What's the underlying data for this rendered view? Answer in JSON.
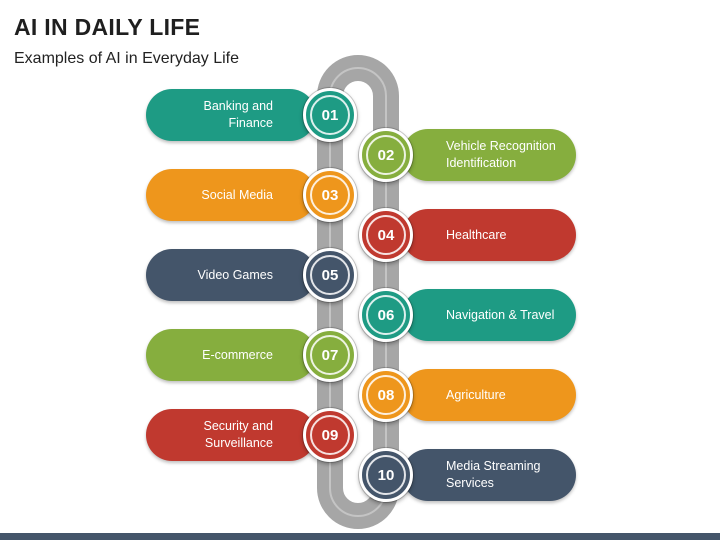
{
  "header": {
    "title": "AI IN DAILY LIFE",
    "subtitle": "Examples of AI in Everyday Life"
  },
  "colors": {
    "teal": "#1e9b84",
    "green": "#86ae3e",
    "orange": "#ee961c",
    "red": "#c0392f",
    "slate": "#44556a",
    "track": "#a6a6a6"
  },
  "items": [
    {
      "number": "01",
      "label": "Banking and Finance",
      "color": "teal",
      "side": "left"
    },
    {
      "number": "02",
      "label": "Vehicle Recognition\nIdentification",
      "color": "green",
      "side": "right"
    },
    {
      "number": "03",
      "label": "Social Media",
      "color": "orange",
      "side": "left"
    },
    {
      "number": "04",
      "label": "Healthcare",
      "color": "red",
      "side": "right"
    },
    {
      "number": "05",
      "label": "Video Games",
      "color": "slate",
      "side": "left"
    },
    {
      "number": "06",
      "label": "Navigation & Travel",
      "color": "teal",
      "side": "right"
    },
    {
      "number": "07",
      "label": "E-commerce",
      "color": "green",
      "side": "left"
    },
    {
      "number": "08",
      "label": "Agriculture",
      "color": "orange",
      "side": "right"
    },
    {
      "number": "09",
      "label": "Security and\nSurveillance",
      "color": "red",
      "side": "left"
    },
    {
      "number": "10",
      "label": "Media Streaming\nServices",
      "color": "slate",
      "side": "right"
    }
  ]
}
